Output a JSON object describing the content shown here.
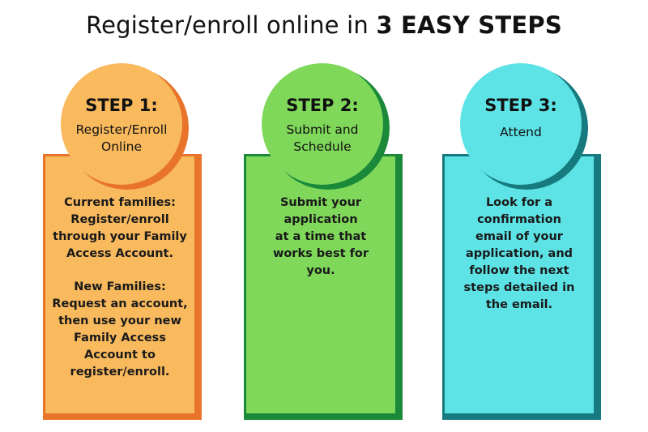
{
  "title": {
    "prefix": "Register/enroll online in ",
    "emphasis": "3 EASY STEPS"
  },
  "colors": {
    "step1_fill": "#f9b95d",
    "step1_accent": "#e8742a",
    "step2_fill": "#7fd85a",
    "step2_accent": "#1a8a3a",
    "step3_fill": "#5de3e6",
    "step3_accent": "#167a7e"
  },
  "steps": [
    {
      "heading": "STEP 1:",
      "subtitle_lines": [
        "Register/Enroll",
        "Online"
      ],
      "paragraphs": [
        [
          "Current families:",
          "Register/enroll",
          "through your Family",
          "Access Account."
        ],
        [
          "New Families:",
          "Request an account,",
          "then use your new",
          "Family Access",
          "Account to",
          "register/enroll."
        ]
      ]
    },
    {
      "heading": "STEP 2:",
      "subtitle_lines": [
        "Submit and",
        "Schedule"
      ],
      "paragraphs": [
        [
          "Submit your",
          "application",
          "at a time that",
          "works best for",
          "you."
        ]
      ]
    },
    {
      "heading": "STEP 3:",
      "subtitle_lines": [
        "Attend"
      ],
      "paragraphs": [
        [
          "Look for a",
          "confirmation",
          "email of your",
          "application, and",
          "follow the next",
          "steps detailed in",
          "the email."
        ]
      ]
    }
  ]
}
